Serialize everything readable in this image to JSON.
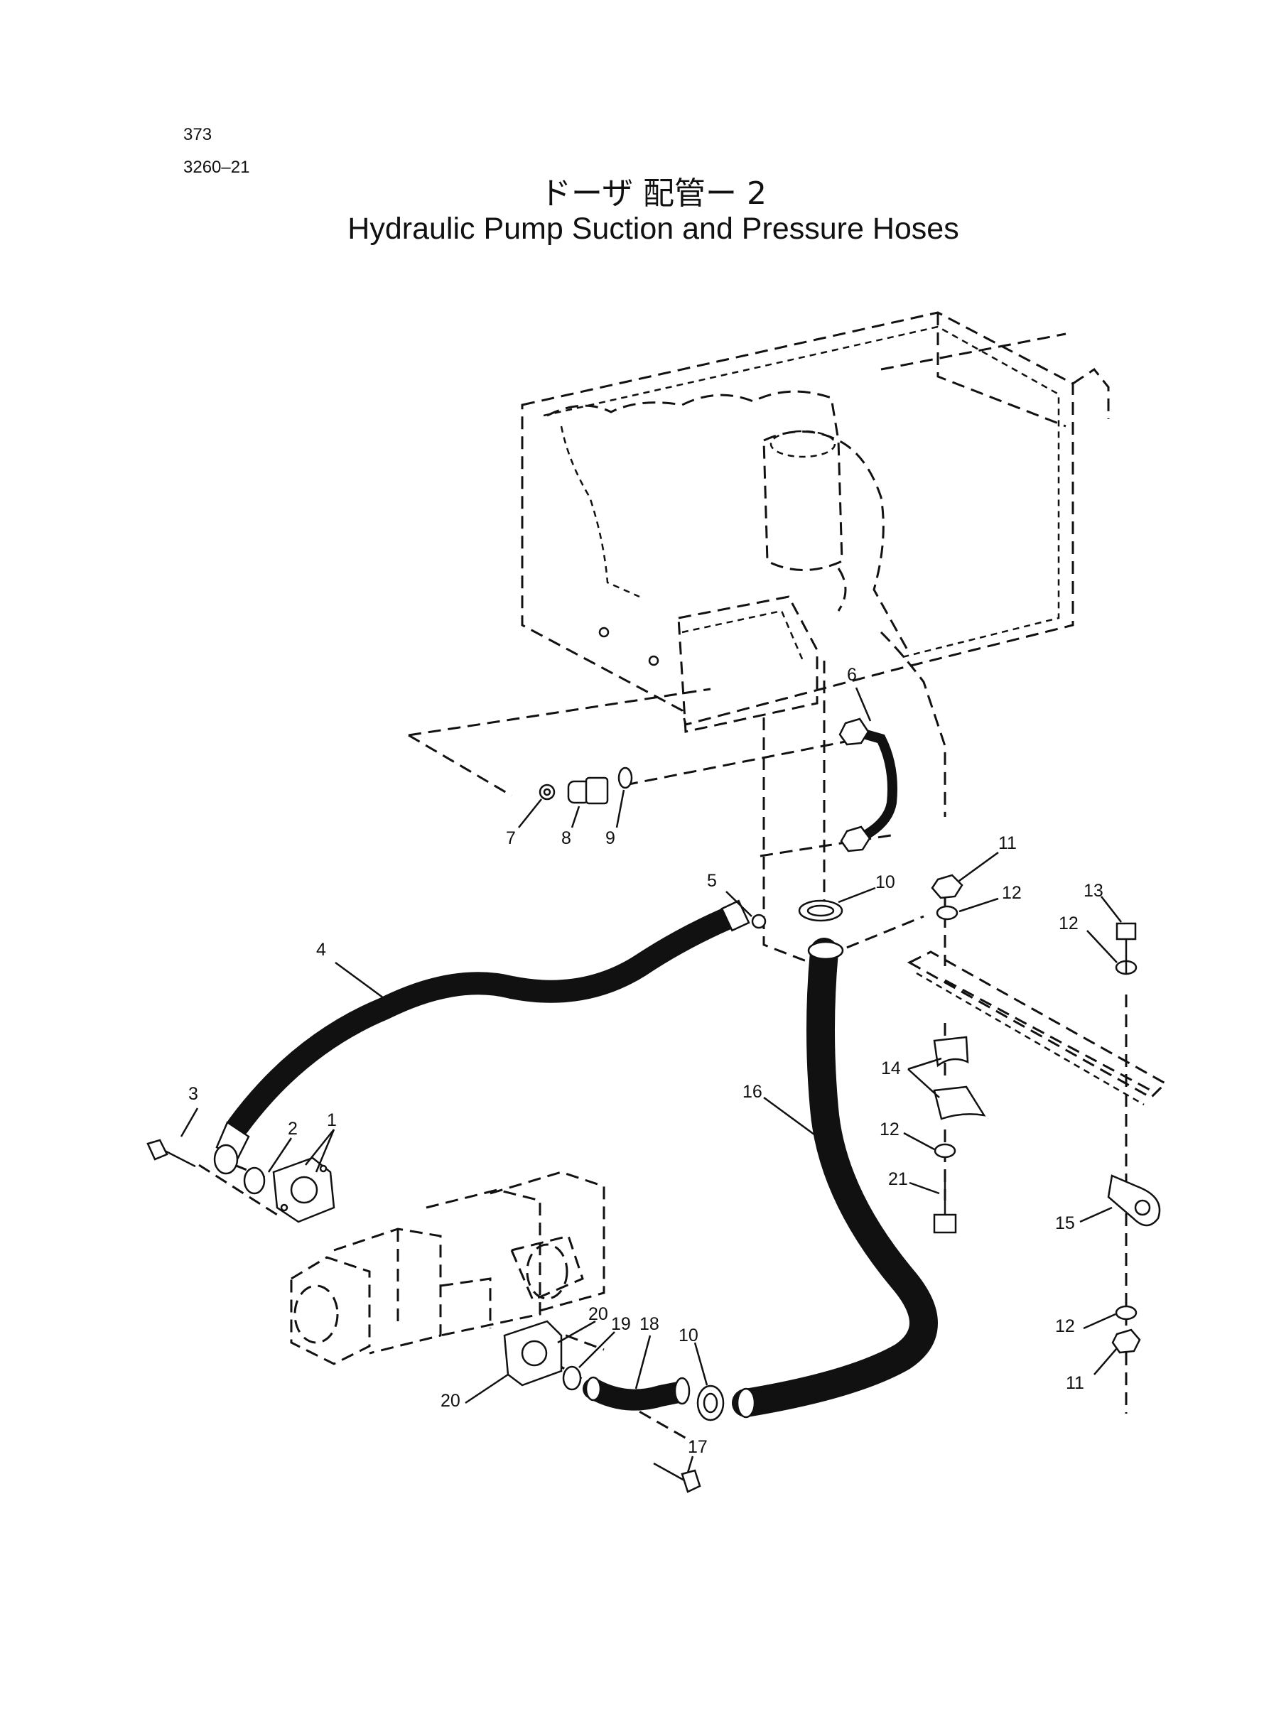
{
  "header": {
    "page_number": "373",
    "group_code": "3260–21",
    "title_jp": "ドーザ 配管ー 2",
    "title_en": "Hydraulic Pump Suction and Pressure Hoses"
  },
  "callouts": [
    "1",
    "2",
    "3",
    "4",
    "5",
    "6",
    "7",
    "8",
    "9",
    "10",
    "10",
    "11",
    "11",
    "12",
    "12",
    "12",
    "12",
    "13",
    "14",
    "15",
    "16",
    "17",
    "18",
    "19",
    "20",
    "20",
    "21"
  ]
}
